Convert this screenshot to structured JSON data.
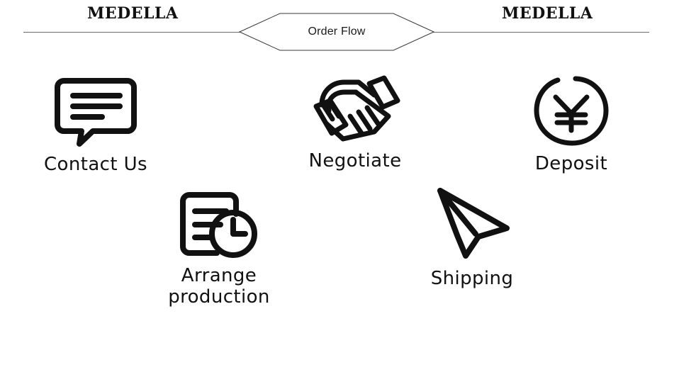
{
  "header": {
    "brand_left": "MEDELLA",
    "brand_right": "MEDELLA",
    "badge_label": "Order Flow"
  },
  "colors": {
    "background": "#ffffff",
    "ink": "#111111",
    "rule": "#6d6d6d",
    "hex_stroke": "#3a3a3a"
  },
  "steps": [
    {
      "id": "contact",
      "label": "Contact Us",
      "icon": "chat-bubble-icon"
    },
    {
      "id": "negotiate",
      "label": "Negotiate",
      "icon": "handshake-icon"
    },
    {
      "id": "deposit",
      "label": "Deposit",
      "icon": "yen-circle-icon"
    },
    {
      "id": "arrange",
      "label": "Arrange\nproduction",
      "icon": "document-clock-icon"
    },
    {
      "id": "shipping",
      "label": "Shipping",
      "icon": "paper-plane-icon"
    }
  ]
}
